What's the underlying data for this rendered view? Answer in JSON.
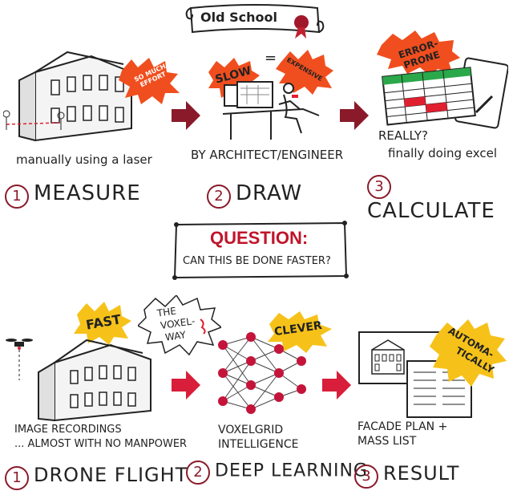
{
  "banner": {
    "title": "Old School"
  },
  "top_steps": [
    {
      "number": "1",
      "title": "MEASURE",
      "caption": "manually using a laser",
      "burst": "SO MUCH EFFORT"
    },
    {
      "number": "2",
      "title": "DRAW",
      "caption": "BY ARCHITECT/ENGINEER",
      "burst_left": "SLOW",
      "equals": "=",
      "burst_right": "EXPENSIVE"
    },
    {
      "number": "3",
      "title": "CALCULATE",
      "caption_line1": "REALLY?",
      "caption_line2": "finally doing excel",
      "burst": "ERROR-PRONE"
    }
  ],
  "question": {
    "title": "QUESTION:",
    "subtitle": "CAN THIS BE DONE FASTER?"
  },
  "bottom_steps": [
    {
      "number": "1",
      "title": "DRONE FLIGHT",
      "caption_line1": "IMAGE RECORDINGS",
      "caption_line2": "... ALMOST WITH NO MANPOWER",
      "burst": "FAST"
    },
    {
      "number": "2",
      "title": "DEEP LEARNING",
      "caption_line1": "VOXELGRID",
      "caption_line2": "INTELLIGENCE",
      "burst": "CLEVER",
      "bubble_line1": "THE",
      "bubble_line2": "VOXEL-",
      "bubble_line3": "WAY"
    },
    {
      "number": "3",
      "title": "RESULT",
      "caption_line1": "FACADE PLAN +",
      "caption_line2": "MASS LIST",
      "burst_line1": "AUTOMA-",
      "burst_line2": "TICALLY"
    }
  ],
  "colors": {
    "accent": "#8a1a2a",
    "burst_red": "#f04e1e",
    "burst_yellow": "#f6c21a",
    "arrow_red": "#d81e3a",
    "arrow_dark": "#8a1a2a"
  }
}
